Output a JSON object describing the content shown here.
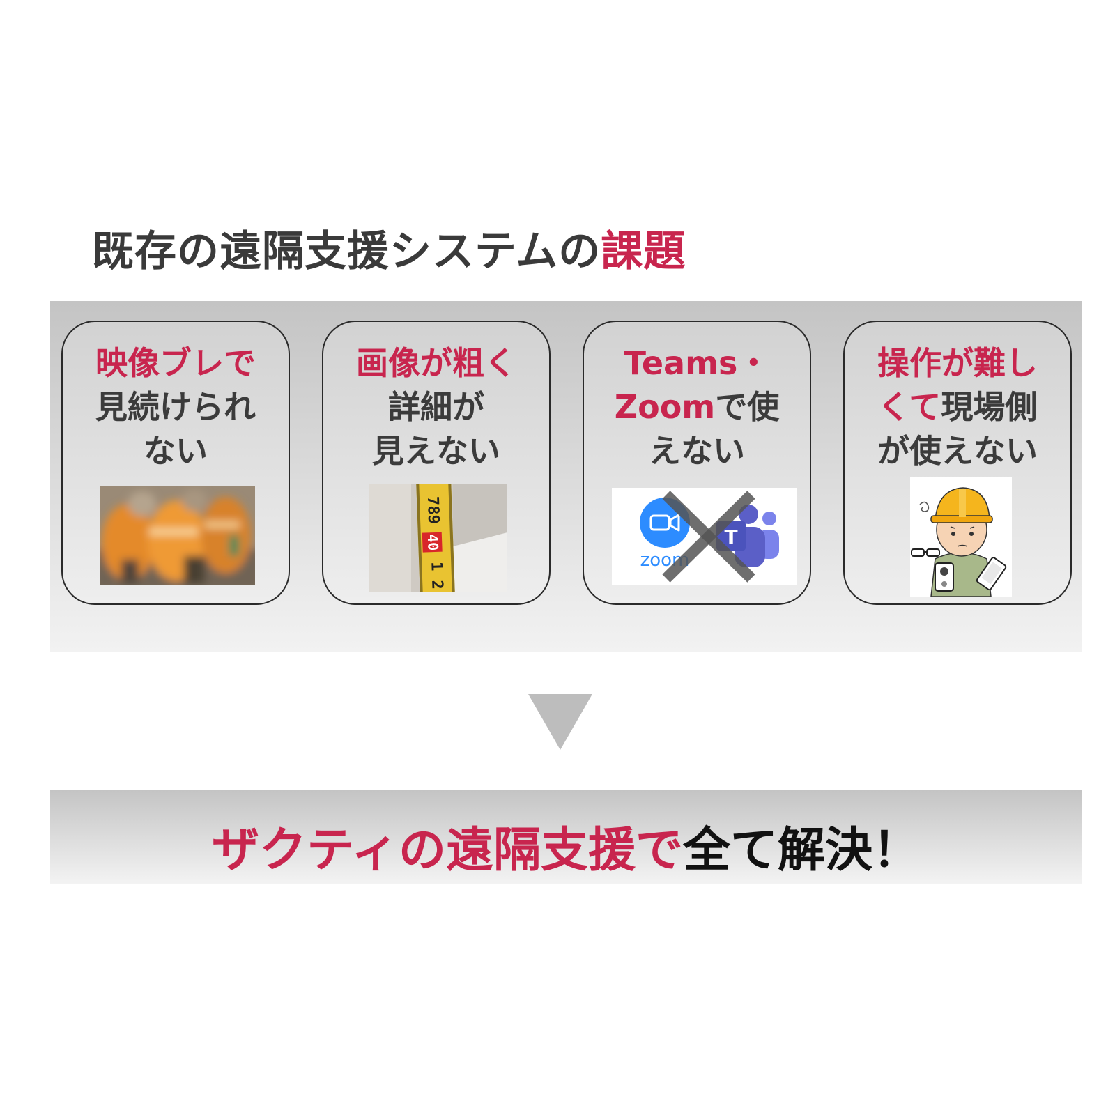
{
  "heading": {
    "prefix": "既存の遠隔支援システムの",
    "accent": "課題"
  },
  "cards": [
    {
      "lines": [
        {
          "accent": "映像ブレで",
          "plain": ""
        },
        {
          "accent": "",
          "plain": "見続けられ"
        },
        {
          "accent": "",
          "plain": "ない"
        }
      ]
    },
    {
      "lines": [
        {
          "accent": "画像が粗く",
          "plain": ""
        },
        {
          "accent": "",
          "plain": "詳細が"
        },
        {
          "accent": "",
          "plain": "見えない"
        }
      ]
    },
    {
      "lines": [
        {
          "accent": "Teams・",
          "plain": ""
        },
        {
          "accent": "Zoom",
          "plain": "で使"
        },
        {
          "accent": "",
          "plain": "えない"
        }
      ],
      "logo_text": "zoom",
      "teams_letter": "T"
    },
    {
      "lines": [
        {
          "accent": "操作が難し",
          "plain": ""
        },
        {
          "accent": "くて",
          "plain": "現場側"
        },
        {
          "accent": "",
          "plain": "が使えない"
        }
      ]
    }
  ],
  "tape_numbers": "789",
  "tape_highlight": "40",
  "banner": {
    "accent": "ザクティの遠隔支援で",
    "plain": "全て解決！"
  },
  "colors": {
    "accent": "#c8254e",
    "text": "#3b3b3b",
    "zoom_blue": "#2d8cff",
    "teams_purple": "#5b5fc7"
  },
  "icons": [
    "blurred-workers-photo",
    "tape-measure-photo",
    "zoom-logo",
    "teams-logo",
    "cross-mark",
    "confused-worker-illustration",
    "down-triangle-arrow"
  ]
}
